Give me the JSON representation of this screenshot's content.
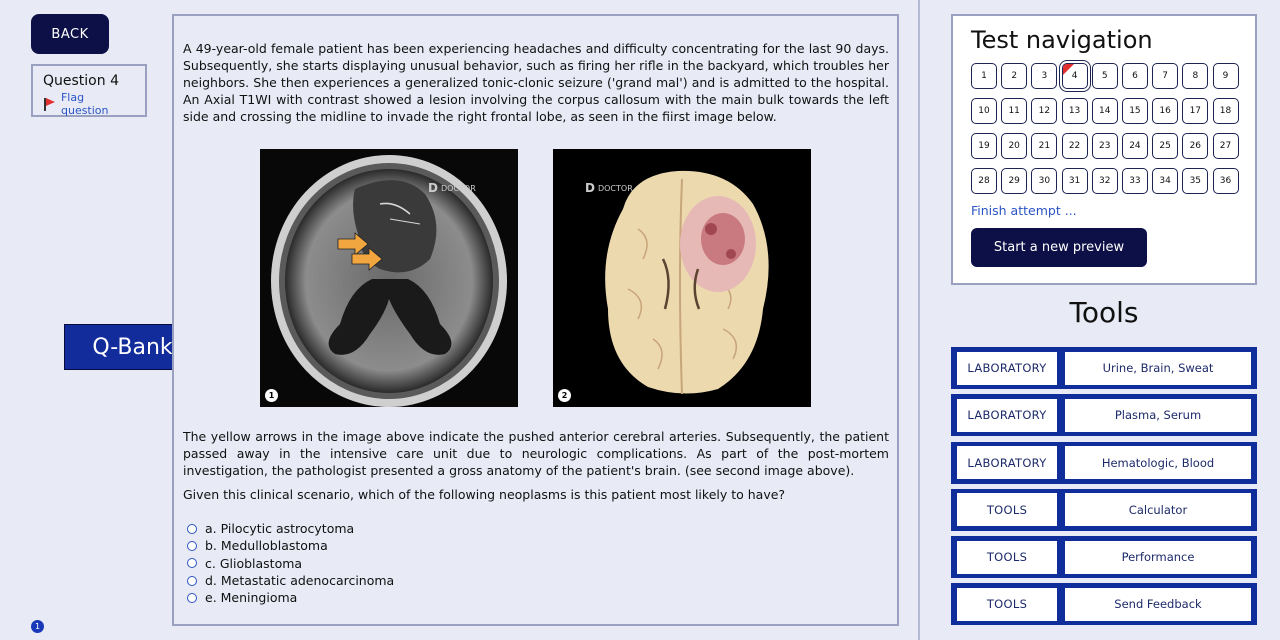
{
  "left": {
    "back_label": "BACK",
    "question_label": "Question 4",
    "flag_label": "Flag question",
    "qbank_label": "Q-Bank",
    "page_badge": "1"
  },
  "question": {
    "paragraph1": "A 49-year-old female patient has been experiencing headaches and difficulty concentrating for the last 90 days. Subsequently, she starts displaying unusual behavior, such as firing her rifle in the backyard, which troubles her neighbors. She then experiences a generalized tonic-clonic seizure ('grand mal') and is admitted to the hospital. An Axial T1WI with contrast showed a lesion involving the corpus callosum with the main bulk towards the left side and crossing the midline to invade the right frontal lobe, as seen in the fiirst image below.",
    "figure1_num": "1",
    "figure2_num": "2",
    "watermark": "DOCTOR",
    "paragraph2": "The yellow arrows in the image above indicate the pushed anterior cerebral arteries. Subsequently, the patient passed away in the intensive care unit due to neurologic complications. As part of the post-mortem investigation, the pathologist presented a gross anatomy of the patient's brain. (see second image above).",
    "paragraph3": "Given this clinical scenario, which of the following neoplasms is this patient most likely to have?",
    "options": [
      "a. Pilocytic astrocytoma",
      "b. Medulloblastoma",
      "c. Glioblastoma",
      "d. Metastatic adenocarcinoma",
      "e. Meningioma"
    ]
  },
  "nav": {
    "title": "Test navigation",
    "current": 4,
    "flagged": [
      4
    ],
    "numbers": [
      "1",
      "2",
      "3",
      "4",
      "5",
      "6",
      "7",
      "8",
      "9",
      "10",
      "11",
      "12",
      "13",
      "14",
      "15",
      "16",
      "17",
      "18",
      "19",
      "20",
      "21",
      "22",
      "23",
      "24",
      "25",
      "26",
      "27",
      "28",
      "29",
      "30",
      "31",
      "32",
      "33",
      "34",
      "35",
      "36"
    ],
    "finish_label": "Finish attempt ...",
    "preview_label": "Start a new preview"
  },
  "tools": {
    "title": "Tools",
    "rows": [
      {
        "category": "LABORATORY",
        "name": "Urine, Brain, Sweat"
      },
      {
        "category": "LABORATORY",
        "name": "Plasma, Serum"
      },
      {
        "category": "LABORATORY",
        "name": "Hematologic, Blood"
      },
      {
        "category": "TOOLS",
        "name": "Calculator"
      },
      {
        "category": "TOOLS",
        "name": "Performance"
      },
      {
        "category": "TOOLS",
        "name": "Send Feedback"
      }
    ]
  },
  "colors": {
    "dark_navy": "#0d1046",
    "royal_blue": "#0f2e9c",
    "link_blue": "#2a53c5",
    "flag_red": "#e23030",
    "background": "#e8ebf6"
  }
}
